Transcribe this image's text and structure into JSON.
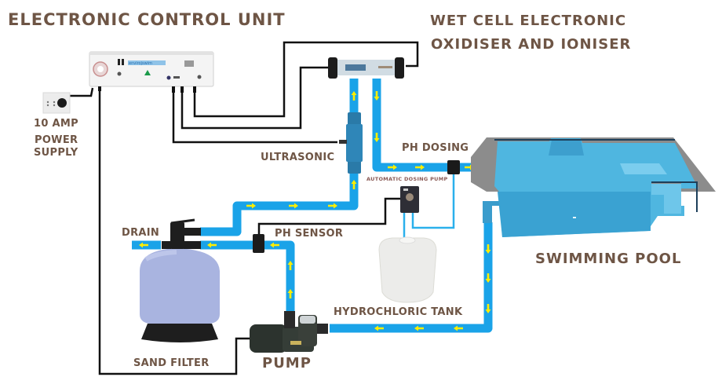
{
  "title": "Pool water treatment system diagram",
  "labels": {
    "control_unit": "ELECTRONIC CONTROL UNIT",
    "wet_cell_line1": "WET CELL ELECTRONIC",
    "wet_cell_line2": "OXIDISER AND IONISER",
    "power_line1": "10 AMP",
    "power_line2": "POWER",
    "power_line3": "SUPPLY",
    "ultrasonic": "ULTRASONIC",
    "ph_dosing": "PH DOSING",
    "dosing_pump": "AUTOMATIC DOSING PUMP",
    "drain": "DRAIN",
    "ph_sensor": "PH SENSOR",
    "swimming_pool": "SWIMMING POOL",
    "hydrochloric_tank": "HYDROCHLORIC TANK",
    "sand_filter": "SAND FILTER",
    "pump": "PUMP"
  },
  "control_unit_brand": "envirojswim",
  "colors": {
    "label_text": "#6e5545",
    "pipe": "#1aa3e8",
    "flow_arrow": "#ffee00",
    "wire": "#111111",
    "pool_water": "#4fb6e0",
    "pool_deck": "#8a8a8a",
    "filter_tank": "#a9b4e0"
  },
  "flow_arrows": [
    {
      "segment": "ultrasonic-riser",
      "direction": "up"
    },
    {
      "segment": "cell-outlet",
      "direction": "down"
    },
    {
      "segment": "dosing-line",
      "direction": "right"
    },
    {
      "segment": "filter-to-ultrasonic",
      "direction": "right"
    },
    {
      "segment": "drain-line",
      "direction": "left"
    },
    {
      "segment": "pump-to-filter",
      "direction": "left"
    },
    {
      "segment": "pump-riser",
      "direction": "up"
    },
    {
      "segment": "pool-return",
      "direction": "down"
    },
    {
      "segment": "pool-to-pump",
      "direction": "left"
    }
  ]
}
